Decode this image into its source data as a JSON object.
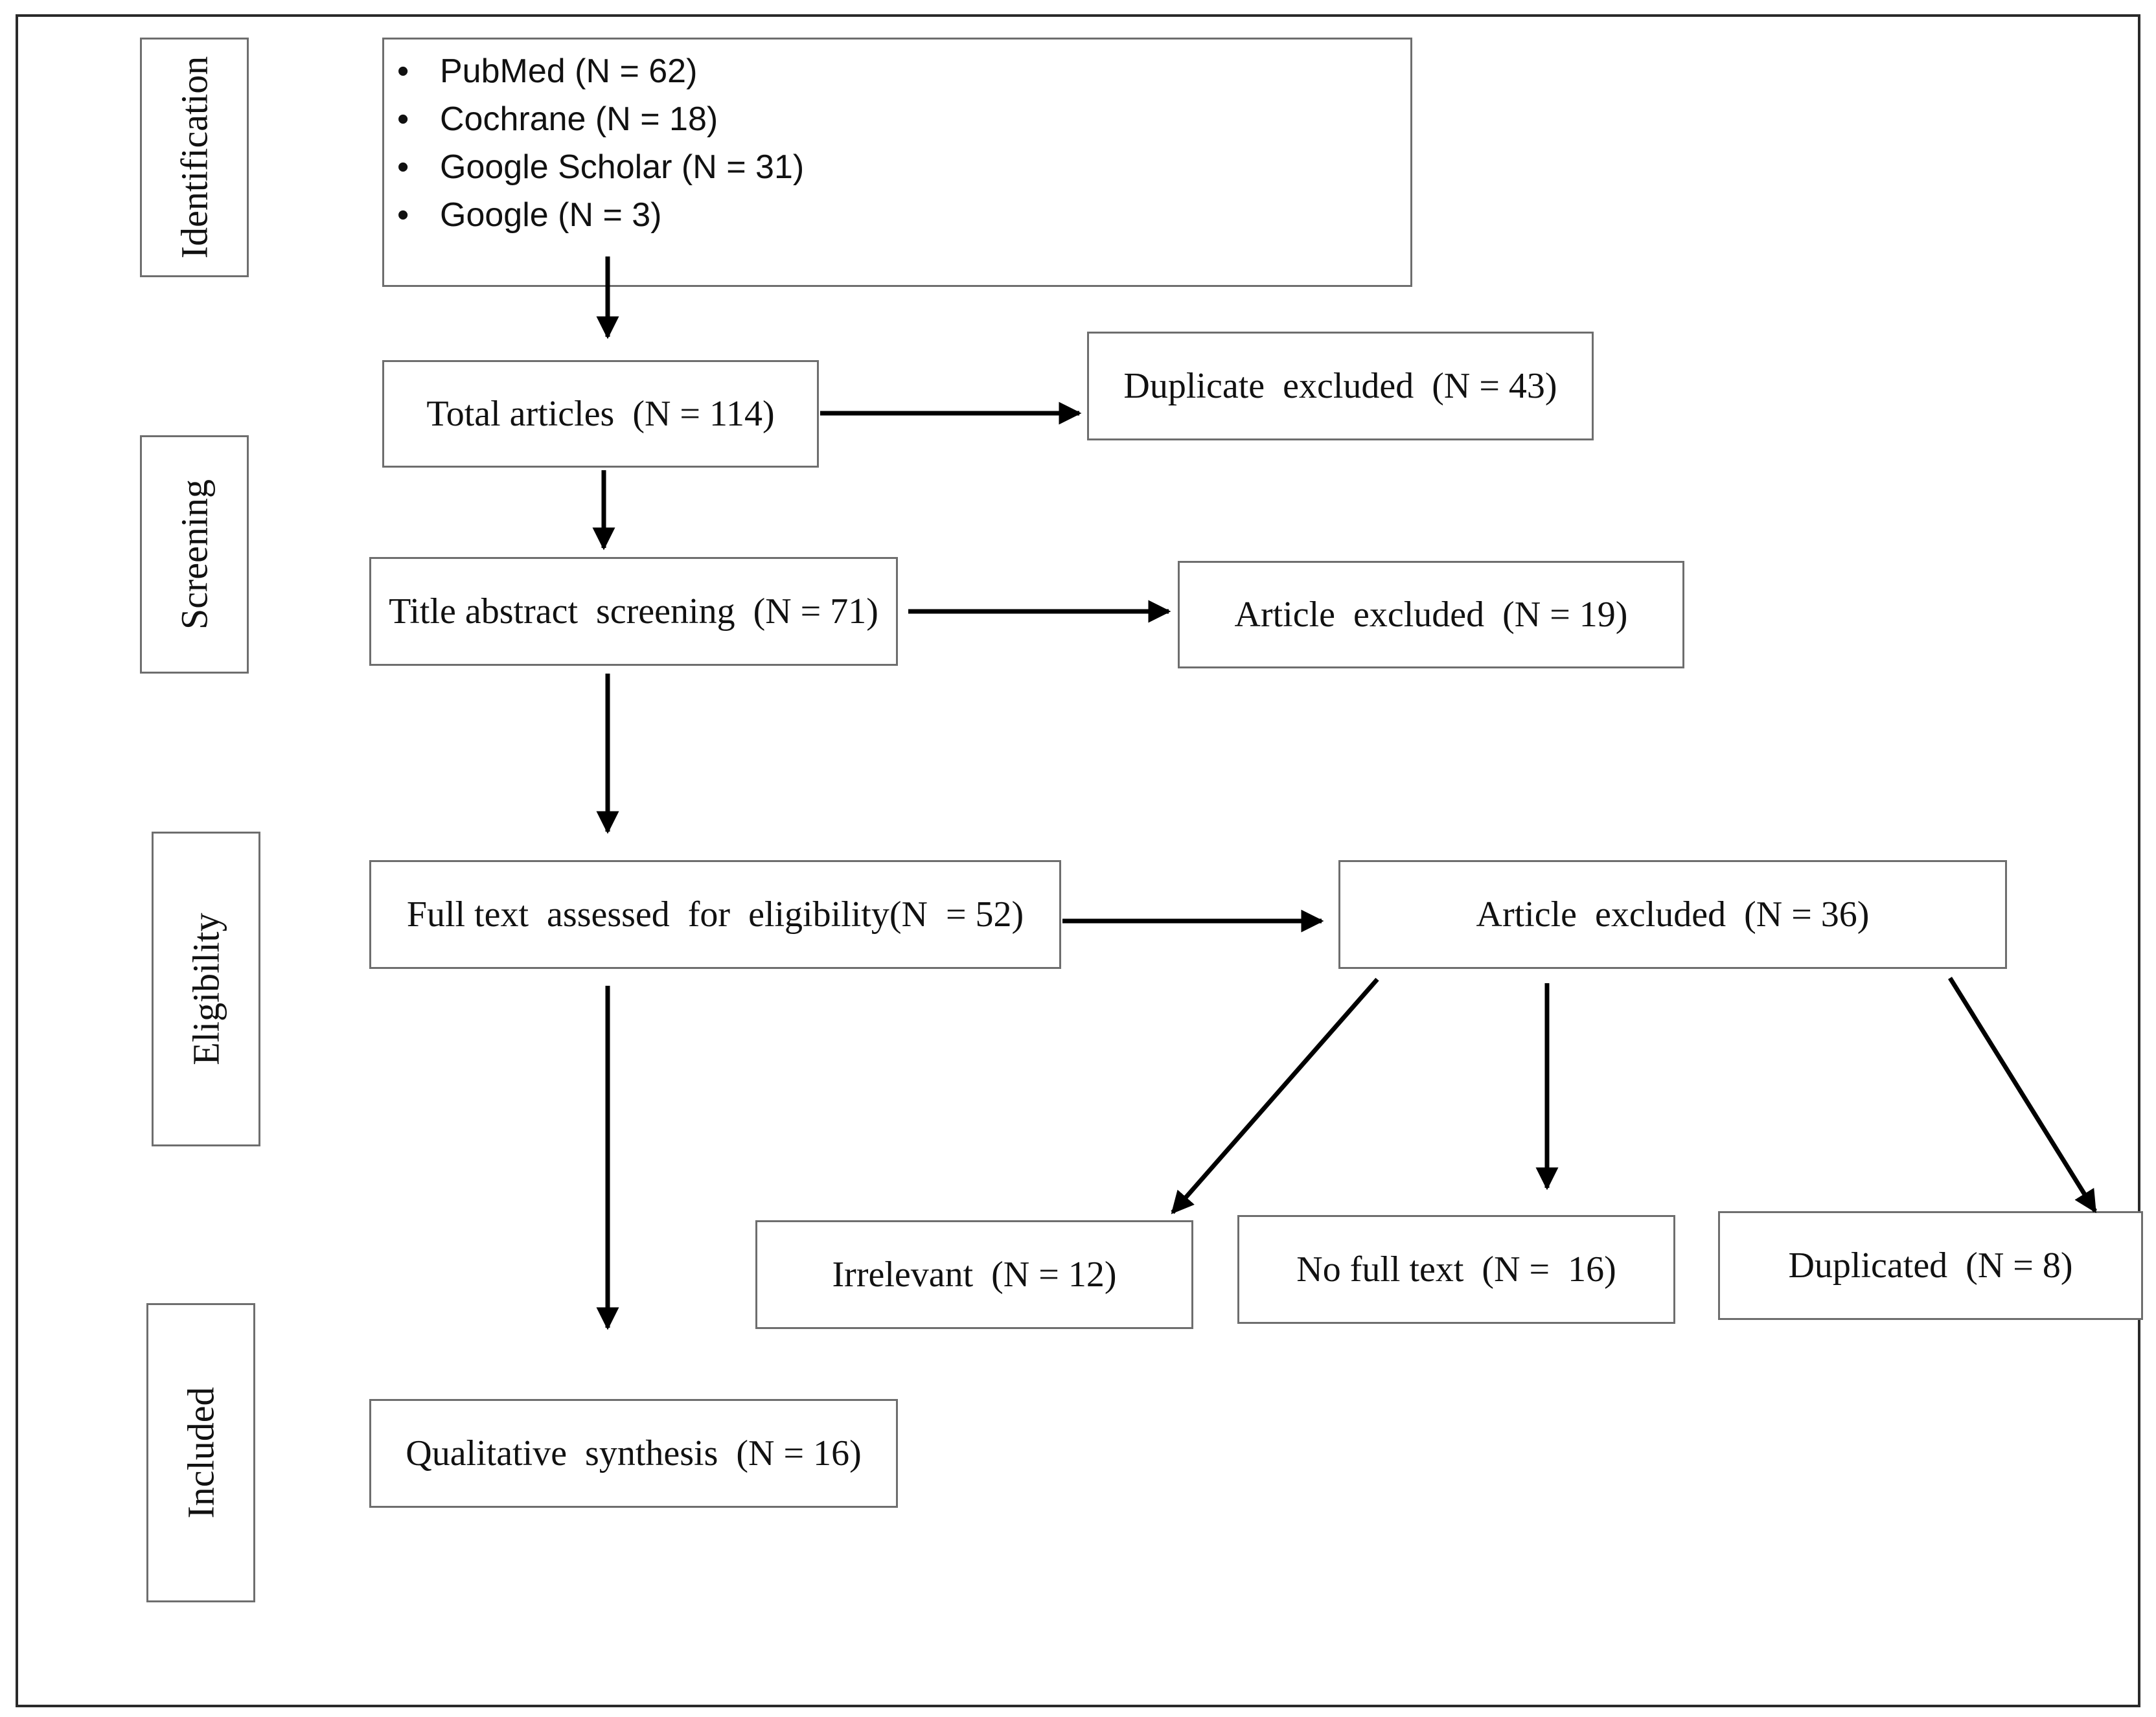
{
  "stages": {
    "identification": "Identification",
    "screening": "Screening",
    "eligibility": "Eligibility",
    "included": "Included"
  },
  "sources": [
    {
      "bullet": "•",
      "text": "PubMed (N = 62)"
    },
    {
      "bullet": "•",
      "text": "Cochrane (N = 18)"
    },
    {
      "bullet": "•",
      "text": "Google Scholar (N = 31)"
    },
    {
      "bullet": "•",
      "text": "Google (N = 3)"
    }
  ],
  "boxes": {
    "total": "Total articles  (N = 114)",
    "duplicate_excluded": "Duplicate  excluded  (N = 43)",
    "title_abstract": "Title abstract  screening  (N = 71)",
    "article_excluded_1": "Article  excluded  (N = 19)",
    "full_text": "Full text  assessed  for  eligibility(N  = 52)",
    "article_excluded_2": "Article  excluded  (N = 36)",
    "irrelevant": "Irrelevant  (N = 12)",
    "no_full_text": "No full text  (N =  16)",
    "duplicated": "Duplicated  (N = 8)",
    "qualitative": "Qualitative  synthesis  (N = 16)"
  },
  "colors": {
    "border": "#6e6e6e",
    "arrow": "#000000",
    "frame": "#2a2a2a"
  }
}
